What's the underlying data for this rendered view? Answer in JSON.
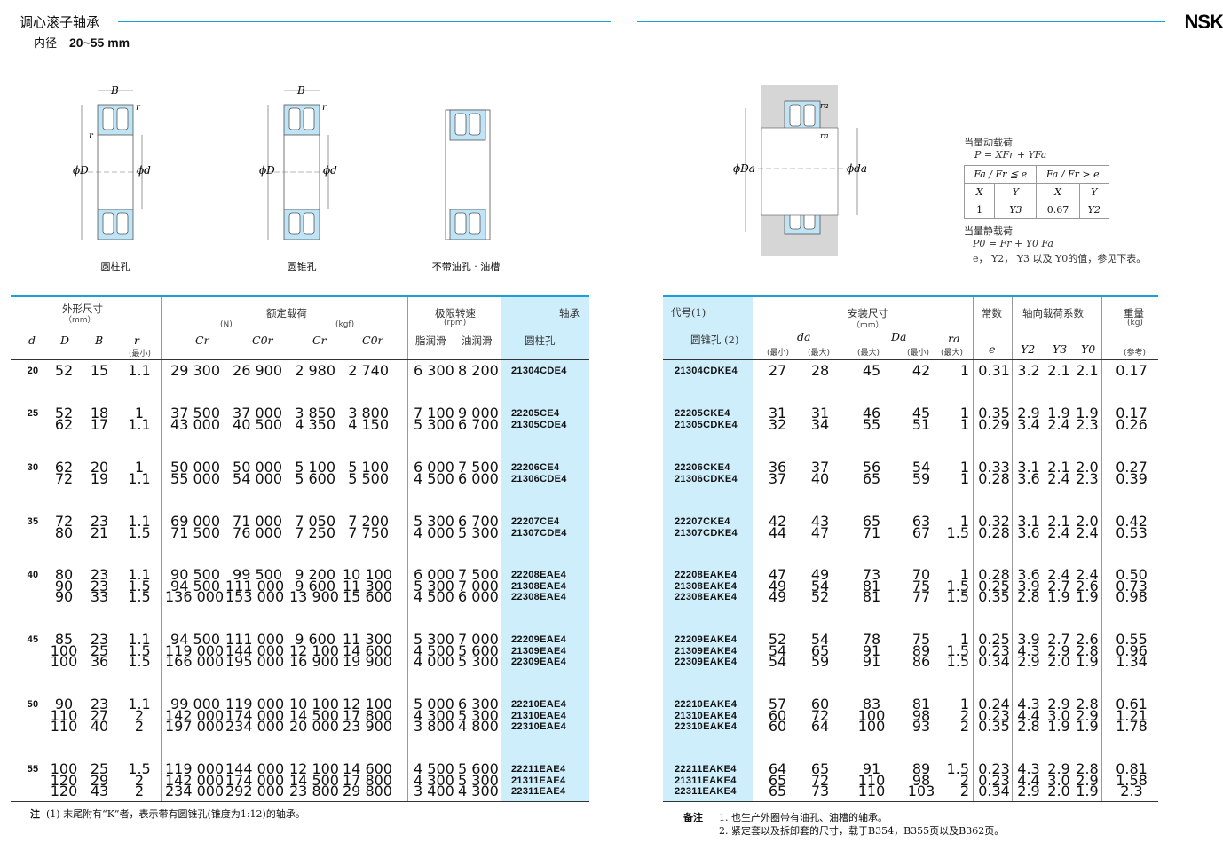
{
  "header": {
    "title": "调心滚子轴承",
    "subtitle_label": "内径",
    "subtitle_range": "20~55 mm",
    "brand": "NSK"
  },
  "diagrams": {
    "captions": [
      "圆柱孔",
      "圆锥孔",
      "不带油孔 · 油槽"
    ],
    "dim_B": "B",
    "dim_r": "r",
    "dim_phiD": "ϕD",
    "dim_phid": "ϕd",
    "dim_ra": "ra",
    "dim_phiDa": "ϕDa",
    "dim_phida": "ϕda"
  },
  "load_formula": {
    "dynamic_label": "当量动载荷",
    "dynamic_eq": "P = XFr + YFa",
    "cond_left": "Fa / Fr ≦ e",
    "cond_right": "Fa / Fr > e",
    "col_headers": [
      "X",
      "Y",
      "X",
      "Y"
    ],
    "col_values": [
      "1",
      "Y3",
      "0.67",
      "Y2"
    ],
    "static_label": "当量静载荷",
    "static_eq": "P0 = Fr + Y0 Fa",
    "note": "e， Y2， Y3 以及 Y0的值，参见下表。"
  },
  "left_table": {
    "h_outer": "外形尺寸",
    "h_outer_unit": "（mm）",
    "h_load": "额定载荷",
    "h_load_n": "(N)",
    "h_load_kgf": "(kgf)",
    "h_speed": "极限转速",
    "h_speed_unit": "(rpm)",
    "h_bearing": "轴承",
    "h_d": "d",
    "h_D": "D",
    "h_B": "B",
    "h_r": "r",
    "h_r_min": "(最小)",
    "h_cr": "Cr",
    "h_c0r": "C0r",
    "h_cr2": "Cr",
    "h_c0r2": "C0r",
    "h_grease": "脂润滑",
    "h_oil": "油润滑",
    "h_cyl": "圆柱孔",
    "rows": [
      {
        "d": "20",
        "D": [
          "52"
        ],
        "B": [
          "15"
        ],
        "r": [
          "1.1"
        ],
        "cr": [
          "29 300"
        ],
        "c0r": [
          "26 900"
        ],
        "crk": [
          "2 980"
        ],
        "c0rk": [
          "2 740"
        ],
        "g": [
          "6 300"
        ],
        "o": [
          "8 200"
        ],
        "no": [
          "21304CDE4"
        ]
      },
      {
        "d": "25",
        "D": [
          "52",
          "62"
        ],
        "B": [
          "18",
          "17"
        ],
        "r": [
          "1",
          "1.1"
        ],
        "cr": [
          "37 500",
          "43 000"
        ],
        "c0r": [
          "37 000",
          "40 500"
        ],
        "crk": [
          "3 850",
          "4 350"
        ],
        "c0rk": [
          "3 800",
          "4 150"
        ],
        "g": [
          "7 100",
          "5 300"
        ],
        "o": [
          "9 000",
          "6 700"
        ],
        "no": [
          "22205CE4",
          "21305CDE4"
        ]
      },
      {
        "d": "30",
        "D": [
          "62",
          "72"
        ],
        "B": [
          "20",
          "19"
        ],
        "r": [
          "1",
          "1.1"
        ],
        "cr": [
          "50 000",
          "55 000"
        ],
        "c0r": [
          "50 000",
          "54 000"
        ],
        "crk": [
          "5 100",
          "5 600"
        ],
        "c0rk": [
          "5 100",
          "5 500"
        ],
        "g": [
          "6 000",
          "4 500"
        ],
        "o": [
          "7 500",
          "6 000"
        ],
        "no": [
          "22206CE4",
          "21306CDE4"
        ]
      },
      {
        "d": "35",
        "D": [
          "72",
          "80"
        ],
        "B": [
          "23",
          "21"
        ],
        "r": [
          "1.1",
          "1.5"
        ],
        "cr": [
          "69 000",
          "71 500"
        ],
        "c0r": [
          "71 000",
          "76 000"
        ],
        "crk": [
          "7 050",
          "7 250"
        ],
        "c0rk": [
          "7 200",
          "7 750"
        ],
        "g": [
          "5 300",
          "4 000"
        ],
        "o": [
          "6 700",
          "5 300"
        ],
        "no": [
          "22207CE4",
          "21307CDE4"
        ]
      },
      {
        "d": "40",
        "D": [
          "80",
          "90",
          "90"
        ],
        "B": [
          "23",
          "23",
          "33"
        ],
        "r": [
          "1.1",
          "1.5",
          "1.5"
        ],
        "cr": [
          "90 500",
          "94 500",
          "136 000"
        ],
        "c0r": [
          "99 500",
          "111 000",
          "153 000"
        ],
        "crk": [
          "9 200",
          "9 600",
          "13 900"
        ],
        "c0rk": [
          "10 100",
          "11 300",
          "15 600"
        ],
        "g": [
          "6 000",
          "5 300",
          "4 500"
        ],
        "o": [
          "7 500",
          "7 000",
          "6 000"
        ],
        "no": [
          "22208EAE4",
          "21308EAE4",
          "22308EAE4"
        ]
      },
      {
        "d": "45",
        "D": [
          "85",
          "100",
          "100"
        ],
        "B": [
          "23",
          "25",
          "36"
        ],
        "r": [
          "1.1",
          "1.5",
          "1.5"
        ],
        "cr": [
          "94 500",
          "119 000",
          "166 000"
        ],
        "c0r": [
          "111 000",
          "144 000",
          "195 000"
        ],
        "crk": [
          "9 600",
          "12 100",
          "16 900"
        ],
        "c0rk": [
          "11 300",
          "14 600",
          "19 900"
        ],
        "g": [
          "5 300",
          "4 500",
          "4 000"
        ],
        "o": [
          "7 000",
          "5 600",
          "5 300"
        ],
        "no": [
          "22209EAE4",
          "21309EAE4",
          "22309EAE4"
        ]
      },
      {
        "d": "50",
        "D": [
          "90",
          "110",
          "110"
        ],
        "B": [
          "23",
          "27",
          "40"
        ],
        "r": [
          "1.1",
          "2",
          "2"
        ],
        "cr": [
          "99 000",
          "142 000",
          "197 000"
        ],
        "c0r": [
          "119 000",
          "174 000",
          "234 000"
        ],
        "crk": [
          "10 100",
          "14 500",
          "20 000"
        ],
        "c0rk": [
          "12 100",
          "17 800",
          "23 900"
        ],
        "g": [
          "5 000",
          "4 300",
          "3 800"
        ],
        "o": [
          "6 300",
          "5 300",
          "4 800"
        ],
        "no": [
          "22210EAE4",
          "21310EAE4",
          "22310EAE4"
        ]
      },
      {
        "d": "55",
        "D": [
          "100",
          "120",
          "120"
        ],
        "B": [
          "25",
          "29",
          "43"
        ],
        "r": [
          "1.5",
          "2",
          "2"
        ],
        "cr": [
          "119 000",
          "142 000",
          "234 000"
        ],
        "c0r": [
          "144 000",
          "174 000",
          "292 000"
        ],
        "crk": [
          "12 100",
          "14 500",
          "23 800"
        ],
        "c0rk": [
          "14 600",
          "17 800",
          "29 800"
        ],
        "g": [
          "4 500",
          "4 300",
          "3 400"
        ],
        "o": [
          "5 600",
          "5 300",
          "4 300"
        ],
        "no": [
          "22211EAE4",
          "21311EAE4",
          "22311EAE4"
        ]
      }
    ]
  },
  "right_table": {
    "h_code": "代号(1)",
    "h_taper": "圆锥孔 (2)",
    "h_mount": "安装尺寸",
    "h_mount_unit": "（mm）",
    "h_da": "da",
    "h_Da": "Da",
    "h_ra": "ra",
    "h_min": "(最小)",
    "h_max": "(最大)",
    "h_const": "常数",
    "h_e": "e",
    "h_axial": "轴向载荷系数",
    "h_y2": "Y2",
    "h_y3": "Y3",
    "h_y0": "Y0",
    "h_weight": "重量",
    "h_weight_unit": "(kg)",
    "h_ref": "(参考)",
    "rows": [
      {
        "no": [
          "21304CDKE4"
        ],
        "damin": [
          "27"
        ],
        "damax": [
          "28"
        ],
        "Damax": [
          "45"
        ],
        "Damin": [
          "42"
        ],
        "ra": [
          "1"
        ],
        "e": [
          "0.31"
        ],
        "y2": [
          "3.2"
        ],
        "y3": [
          "2.1"
        ],
        "y0": [
          "2.1"
        ],
        "w": [
          "0.17"
        ]
      },
      {
        "no": [
          "22205CKE4",
          "21305CDKE4"
        ],
        "damin": [
          "31",
          "32"
        ],
        "damax": [
          "31",
          "34"
        ],
        "Damax": [
          "46",
          "55"
        ],
        "Damin": [
          "45",
          "51"
        ],
        "ra": [
          "1",
          "1"
        ],
        "e": [
          "0.35",
          "0.29"
        ],
        "y2": [
          "2.9",
          "3.4"
        ],
        "y3": [
          "1.9",
          "2.4"
        ],
        "y0": [
          "1.9",
          "2.3"
        ],
        "w": [
          "0.17",
          "0.26"
        ]
      },
      {
        "no": [
          "22206CKE4",
          "21306CDKE4"
        ],
        "damin": [
          "36",
          "37"
        ],
        "damax": [
          "37",
          "40"
        ],
        "Damax": [
          "56",
          "65"
        ],
        "Damin": [
          "54",
          "59"
        ],
        "ra": [
          "1",
          "1"
        ],
        "e": [
          "0.33",
          "0.28"
        ],
        "y2": [
          "3.1",
          "3.6"
        ],
        "y3": [
          "2.1",
          "2.4"
        ],
        "y0": [
          "2.0",
          "2.3"
        ],
        "w": [
          "0.27",
          "0.39"
        ]
      },
      {
        "no": [
          "22207CKE4",
          "21307CDKE4"
        ],
        "damin": [
          "42",
          "44"
        ],
        "damax": [
          "43",
          "47"
        ],
        "Damax": [
          "65",
          "71"
        ],
        "Damin": [
          "63",
          "67"
        ],
        "ra": [
          "1",
          "1.5"
        ],
        "e": [
          "0.32",
          "0.28"
        ],
        "y2": [
          "3.1",
          "3.6"
        ],
        "y3": [
          "2.1",
          "2.4"
        ],
        "y0": [
          "2.0",
          "2.4"
        ],
        "w": [
          "0.42",
          "0.53"
        ]
      },
      {
        "no": [
          "22208EAKE4",
          "21308EAKE4",
          "22308EAKE4"
        ],
        "damin": [
          "47",
          "49",
          "49"
        ],
        "damax": [
          "49",
          "54",
          "52"
        ],
        "Damax": [
          "73",
          "81",
          "81"
        ],
        "Damin": [
          "70",
          "75",
          "77"
        ],
        "ra": [
          "1",
          "1.5",
          "1.5"
        ],
        "e": [
          "0.28",
          "0.25",
          "0.35"
        ],
        "y2": [
          "3.6",
          "3.9",
          "2.8"
        ],
        "y3": [
          "2.4",
          "2.7",
          "1.9"
        ],
        "y0": [
          "2.4",
          "2.6",
          "1.9"
        ],
        "w": [
          "0.50",
          "0.73",
          "0.98"
        ]
      },
      {
        "no": [
          "22209EAKE4",
          "21309EAKE4",
          "22309EAKE4"
        ],
        "damin": [
          "52",
          "54",
          "54"
        ],
        "damax": [
          "54",
          "65",
          "59"
        ],
        "Damax": [
          "78",
          "91",
          "91"
        ],
        "Damin": [
          "75",
          "89",
          "86"
        ],
        "ra": [
          "1",
          "1.5",
          "1.5"
        ],
        "e": [
          "0.25",
          "0.23",
          "0.34"
        ],
        "y2": [
          "3.9",
          "4.3",
          "2.9"
        ],
        "y3": [
          "2.7",
          "2.9",
          "2.0"
        ],
        "y0": [
          "2.6",
          "2.8",
          "1.9"
        ],
        "w": [
          "0.55",
          "0.96",
          "1.34"
        ]
      },
      {
        "no": [
          "22210EAKE4",
          "21310EAKE4",
          "22310EAKE4"
        ],
        "damin": [
          "57",
          "60",
          "60"
        ],
        "damax": [
          "60",
          "72",
          "64"
        ],
        "Damax": [
          "83",
          "100",
          "100"
        ],
        "Damin": [
          "81",
          "98",
          "93"
        ],
        "ra": [
          "1",
          "2",
          "2"
        ],
        "e": [
          "0.24",
          "0.23",
          "0.35"
        ],
        "y2": [
          "4.3",
          "4.4",
          "2.8"
        ],
        "y3": [
          "2.9",
          "3.0",
          "1.9"
        ],
        "y0": [
          "2.8",
          "2.9",
          "1.9"
        ],
        "w": [
          "0.61",
          "1.21",
          "1.78"
        ]
      },
      {
        "no": [
          "22211EAKE4",
          "21311EAKE4",
          "22311EAKE4"
        ],
        "damin": [
          "64",
          "65",
          "65"
        ],
        "damax": [
          "65",
          "72",
          "73"
        ],
        "Damax": [
          "91",
          "110",
          "110"
        ],
        "Damin": [
          "89",
          "98",
          "103"
        ],
        "ra": [
          "1.5",
          "2",
          "2"
        ],
        "e": [
          "0.23",
          "0.23",
          "0.34"
        ],
        "y2": [
          "4.3",
          "4.4",
          "2.9"
        ],
        "y3": [
          "2.9",
          "3.0",
          "2.0"
        ],
        "y0": [
          "2.8",
          "2.9",
          "1.9"
        ],
        "w": [
          "0.81",
          "1.58",
          "2.3"
        ]
      }
    ]
  },
  "footnotes": {
    "left_label": "注",
    "left_text": "(1) 末尾附有“K”者，表示带有圆锥孔(锥度为1:12)的轴承。",
    "right_label": "备注",
    "right_1": "1. 也生产外圈带有油孔、油槽的轴承。",
    "right_2": "2. 紧定套以及拆卸套的尺寸，载于B354，B355页以及B362页。"
  },
  "colors": {
    "accent": "#1aa0d8",
    "highlight": "#cfeefb",
    "diagram_blue": "#bfe4f5"
  }
}
